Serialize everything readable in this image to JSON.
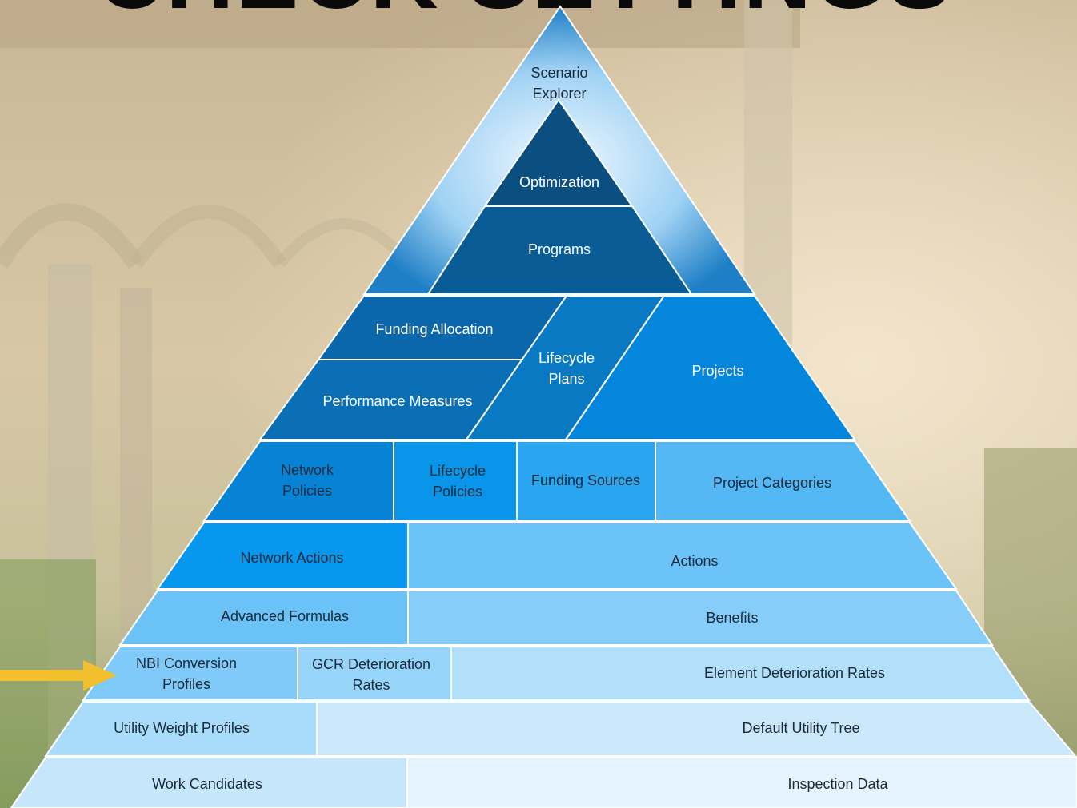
{
  "header": {
    "title": "CHECK SETTINGS"
  },
  "pyramid": {
    "apex": {
      "label_line1": "Scenario",
      "label_line2": "Explorer"
    },
    "optimization": "Optimization",
    "programs": "Programs",
    "funding_allocation": "Funding Allocation",
    "performance_measures": "Performance Measures",
    "lifecycle_plans": {
      "line1": "Lifecycle",
      "line2": "Plans"
    },
    "projects": "Projects",
    "network_policies": {
      "line1": "Network",
      "line2": "Policies"
    },
    "lifecycle_policies": {
      "line1": "Lifecycle",
      "line2": "Policies"
    },
    "funding_sources": "Funding Sources",
    "project_categories": "Project Categories",
    "network_actions": "Network Actions",
    "actions": "Actions",
    "advanced_formulas": "Advanced Formulas",
    "benefits": "Benefits",
    "nbi_conversion_profiles": {
      "line1": "NBI Conversion",
      "line2": "Profiles"
    },
    "gcr_deterioration_rates": {
      "line1": "GCR Deterioration",
      "line2": "Rates"
    },
    "element_deterioration_rates": "Element Deterioration Rates",
    "utility_weight_profiles": "Utility Weight Profiles",
    "default_utility_tree": "Default Utility Tree",
    "work_candidates": "Work Candidates",
    "inspection_data": "Inspection Data"
  },
  "colors": {
    "darkest": "#0b4f80",
    "dark": "#0a6fb8",
    "mid": "#0891e6",
    "medium_light": "#54b8f5",
    "light": "#7fcaf8",
    "lighter": "#a9dcfa",
    "lightest": "#cbe8fb",
    "palest": "#e4f3fd",
    "arrow": "#f2bf2f"
  }
}
